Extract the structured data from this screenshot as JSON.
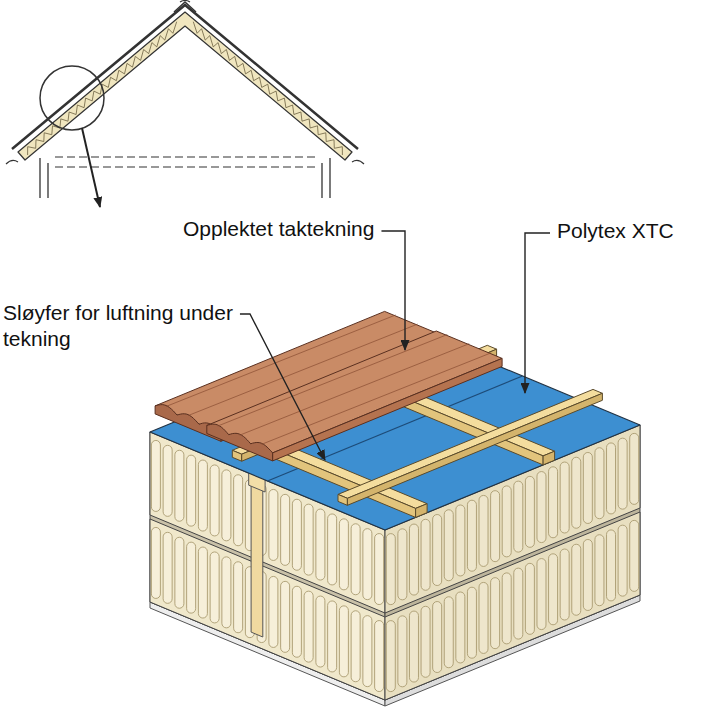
{
  "diagram": {
    "labels": [
      "Opplektet taktekning",
      "Polytex XTC",
      "Sløyfer for luftning under tekning"
    ]
  }
}
